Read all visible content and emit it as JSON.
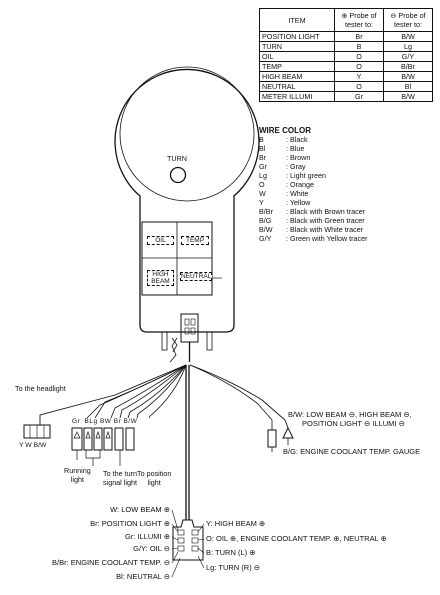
{
  "table": {
    "headers": {
      "item": "ITEM",
      "plus": "⊕ Probe of tester to:",
      "minus": "⊖ Probe of tester to:"
    },
    "rows": [
      {
        "item": "POSITION LIGHT",
        "plus": "Br",
        "minus": "B/W"
      },
      {
        "item": "TURN",
        "plus": "B",
        "minus": "Lg"
      },
      {
        "item": "OIL",
        "plus": "O",
        "minus": "G/Y"
      },
      {
        "item": "TEMP",
        "plus": "O",
        "minus": "B/Br"
      },
      {
        "item": "HIGH BEAM",
        "plus": "Y",
        "minus": "B/W"
      },
      {
        "item": "NEUTRAL",
        "plus": "O",
        "minus": "Bl"
      },
      {
        "item": "METER ILLUMI",
        "plus": "Gr",
        "minus": "B/W"
      }
    ]
  },
  "wire_color": {
    "title": "WIRE COLOR",
    "entries": [
      {
        "code": "B",
        "name": ": Black"
      },
      {
        "code": "Bl",
        "name": ": Blue"
      },
      {
        "code": "Br",
        "name": ": Brown"
      },
      {
        "code": "Gr",
        "name": ": Gray"
      },
      {
        "code": "Lg",
        "name": ": Light green"
      },
      {
        "code": "O",
        "name": ": Orange"
      },
      {
        "code": "W",
        "name": ": White"
      },
      {
        "code": "Y",
        "name": ": Yellow"
      },
      {
        "code": "B/Br",
        "name": ": Black with Brown tracer"
      },
      {
        "code": "B/G",
        "name": ": Black with Green tracer"
      },
      {
        "code": "B/W",
        "name": ": Black with White tracer"
      },
      {
        "code": "G/Y",
        "name": ": Green with Yellow tracer"
      }
    ]
  },
  "meter": {
    "turn": "TURN",
    "oil": "OIL",
    "temp": "TEMP",
    "high_beam_1": "HIGH",
    "high_beam_2": "BEAM",
    "neutral": "NEUTRAL"
  },
  "harness": {
    "headlight": "To the headlight",
    "headlight_wires": "Y W B/W",
    "running_1": "Running",
    "running_2": "light",
    "turn_1": "To the turn",
    "turn_2": "signal light",
    "pos_1": "To position",
    "pos_2": "light",
    "mid_wires": [
      "Gr",
      "B",
      "Lg",
      "B",
      "W",
      "Br",
      "B/W"
    ],
    "bw_1": "B/W: LOW BEAM ⊖, HIGH BEAM ⊖,",
    "bw_2": "POSITION LIGHT ⊖ ILLUMI ⊖",
    "bg": "B/G: ENGINE COOLANT TEMP. GAUGE"
  },
  "connector": {
    "left": [
      "W: LOW BEAM ⊕",
      "Br: POSITION LIGHT ⊕",
      "Gr: ILLUMI ⊕",
      "G/Y: OIL ⊖",
      "B/Br: ENGINE COOLANT TEMP. ⊖",
      "Bl: NEUTRAL ⊖"
    ],
    "right": [
      "Y: HIGH BEAM ⊕",
      "O: OIL ⊕, ENGINE COOLANT TEMP. ⊕, NEUTRAL ⊕",
      "B: TURN (L) ⊕",
      "Lg: TURN (R) ⊖"
    ]
  }
}
